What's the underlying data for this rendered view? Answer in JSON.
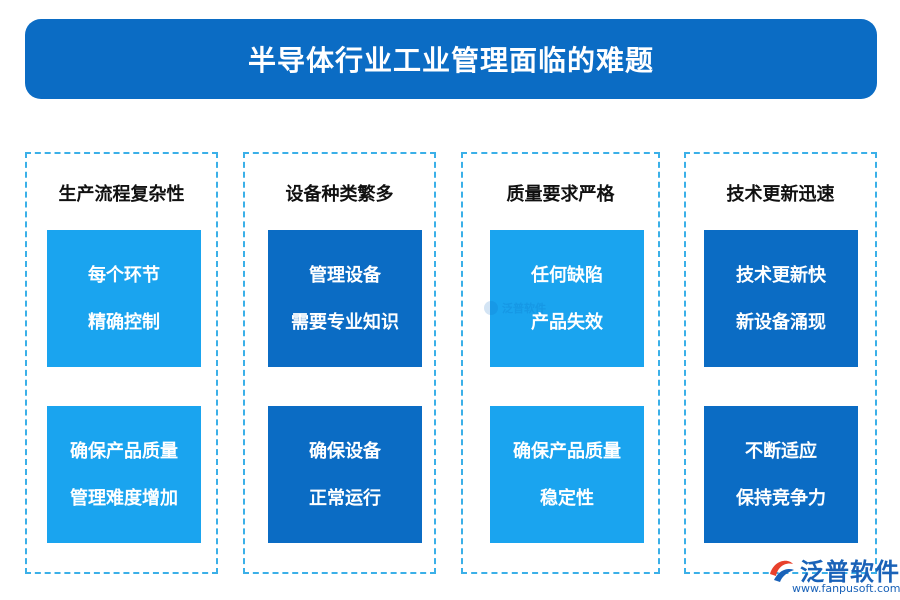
{
  "title": "半导体行业工业管理面临的难题",
  "columns": [
    {
      "heading": "生产流程复杂性",
      "boxes": [
        {
          "line1": "每个环节",
          "line2": "精确控制"
        },
        {
          "line1": "确保产品质量",
          "line2": "管理难度增加"
        }
      ]
    },
    {
      "heading": "设备种类繁多",
      "boxes": [
        {
          "line1": "管理设备",
          "line2": "需要专业知识"
        },
        {
          "line1": "确保设备",
          "line2": "正常运行"
        }
      ]
    },
    {
      "heading": "质量要求严格",
      "boxes": [
        {
          "line1": "任何缺陷",
          "line2": "产品失效"
        },
        {
          "line1": "确保产品质量",
          "line2": "稳定性"
        }
      ]
    },
    {
      "heading": "技术更新迅速",
      "boxes": [
        {
          "line1": "技术更新快",
          "line2": "新设备涌现"
        },
        {
          "line1": "不断适应",
          "line2": "保持竞争力"
        }
      ]
    }
  ],
  "watermark": {
    "center_text": "泛普软件"
  },
  "brand": {
    "name": "泛普软件",
    "url": "www.fanpusoft.com"
  },
  "colors": {
    "dark_blue": "#0b6cc4",
    "light_blue": "#1aa4ef",
    "border": "#3bb0e8"
  }
}
